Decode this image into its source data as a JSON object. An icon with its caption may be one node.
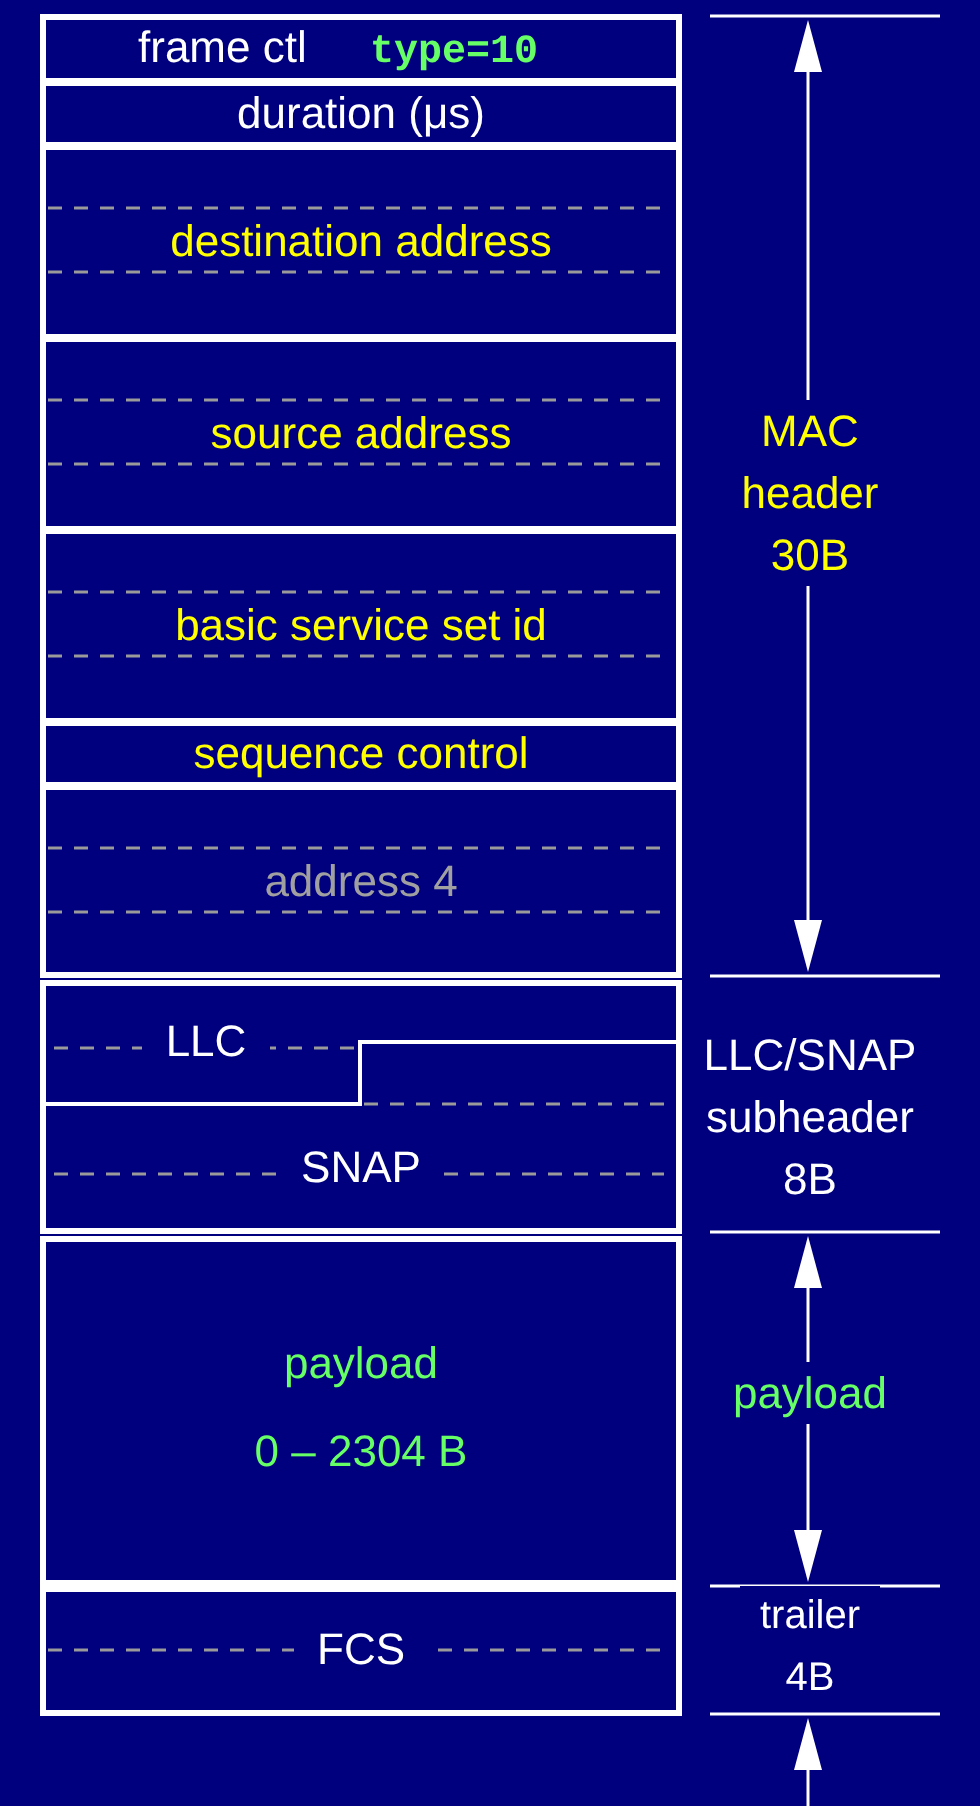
{
  "diagram": {
    "nodes": [
      {
        "text": [
          "frame ctl",
          "type=10"
        ]
      },
      {
        "text": [
          "duration (μs)"
        ]
      },
      {
        "text": [
          "destination address"
        ]
      },
      {
        "text": [
          "source address"
        ]
      },
      {
        "text": [
          "basic service set id"
        ]
      },
      {
        "text": [
          "sequence control"
        ]
      },
      {
        "text": [
          "address 4"
        ]
      },
      {
        "text": [],
        "shape": "box"
      },
      {
        "text": [
          "LLC"
        ],
        "in": 7
      },
      {
        "text": [
          "SNAP"
        ],
        "in": 7
      },
      {
        "text": [
          "payload",
          "0 – 2304 B"
        ]
      },
      {
        "text": [
          "FCS"
        ]
      }
    ],
    "edges": [],
    "labels": [
      "MAC header 30B",
      "LLC/SNAP subheader 8B",
      "payload",
      "trailer 4B"
    ]
  }
}
